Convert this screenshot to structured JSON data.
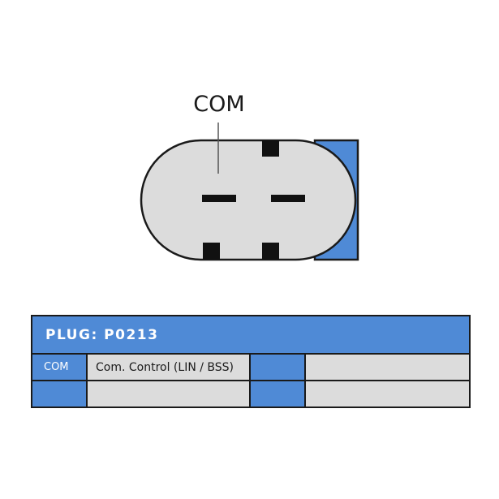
{
  "connector": {
    "pin_label": "COM"
  },
  "plug": {
    "title": "PLUG: P0213",
    "rows": [
      {
        "pin_a": "COM",
        "desc_a": "Com. Control (LIN / BSS)",
        "pin_b": "",
        "desc_b": ""
      },
      {
        "pin_a": "",
        "desc_a": "",
        "pin_b": "",
        "desc_b": ""
      }
    ]
  },
  "colors": {
    "accent_blue": "#4f8ad6",
    "body_grey": "#dcdcdc",
    "outline": "#1a1a1a"
  }
}
